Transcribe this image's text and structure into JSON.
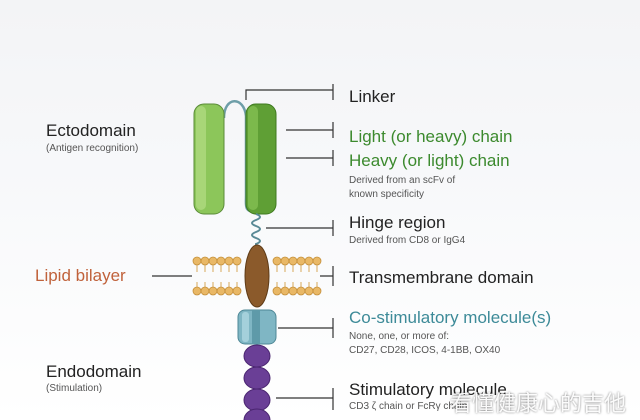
{
  "left_labels": {
    "ectodomain_title": "Ectodomain",
    "ectodomain_sub": "(Antigen recognition)",
    "lipid_bilayer": "Lipid bilayer",
    "endodomain_title": "Endodomain",
    "endodomain_sub": "(Stimulation)"
  },
  "right_labels": {
    "linker": "Linker",
    "light_chain": "Light (or heavy) chain",
    "heavy_chain": "Heavy (or light) chain",
    "heavy_chain_note_1": "Derived from an scFv of",
    "heavy_chain_note_2": "known specificity",
    "hinge": "Hinge region",
    "hinge_note": "Derived from CD8 or IgG4",
    "transmembrane": "Transmembrane domain",
    "costim": "Co-stimulatory molecule(s)",
    "costim_note_1": "None, one, or more of:",
    "costim_note_2": "CD27, CD28, ICOS, 4-1BB, OX40",
    "stim": "Stimulatory molecule",
    "stim_note": "CD3 ζ chain or FcRγ chain"
  },
  "watermark": "看懂健康心的吉他",
  "colors": {
    "light_green": "#8cc65a",
    "dark_green": "#5f9f35",
    "membrane_head": "#e9b866",
    "transmembrane": "#8b5a2b",
    "costim_blue": "#7fb6c4",
    "stim_purple": "#6a3f96",
    "lipid_text": "#c0623b",
    "heavy_text": "#3c8a2e",
    "costim_text": "#3d8a98"
  }
}
